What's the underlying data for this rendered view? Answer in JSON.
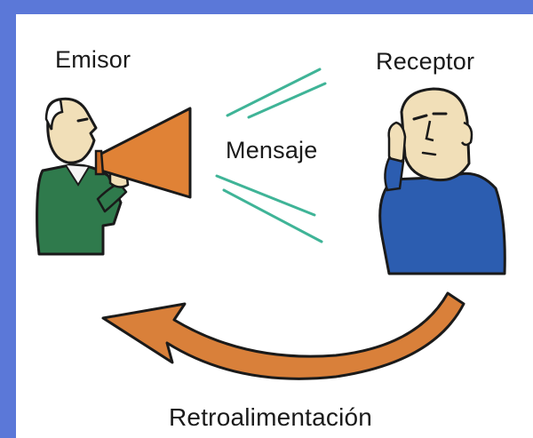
{
  "labels": {
    "sender": "Emisor",
    "receiver": "Receptor",
    "message": "Mensaje",
    "feedback": "Retroalimentación"
  },
  "colors": {
    "frame": "#5b78d8",
    "megaphone": "#e08236",
    "arrow": "#d9803a",
    "sender_suit": "#2f7a4c",
    "receiver_suit": "#2c5db0",
    "skin": "#f1dfb8",
    "message_lines": "#3fb497"
  },
  "icons": [
    "megaphone-icon",
    "sender-person-icon",
    "receiver-person-icon",
    "feedback-arrow-icon"
  ]
}
